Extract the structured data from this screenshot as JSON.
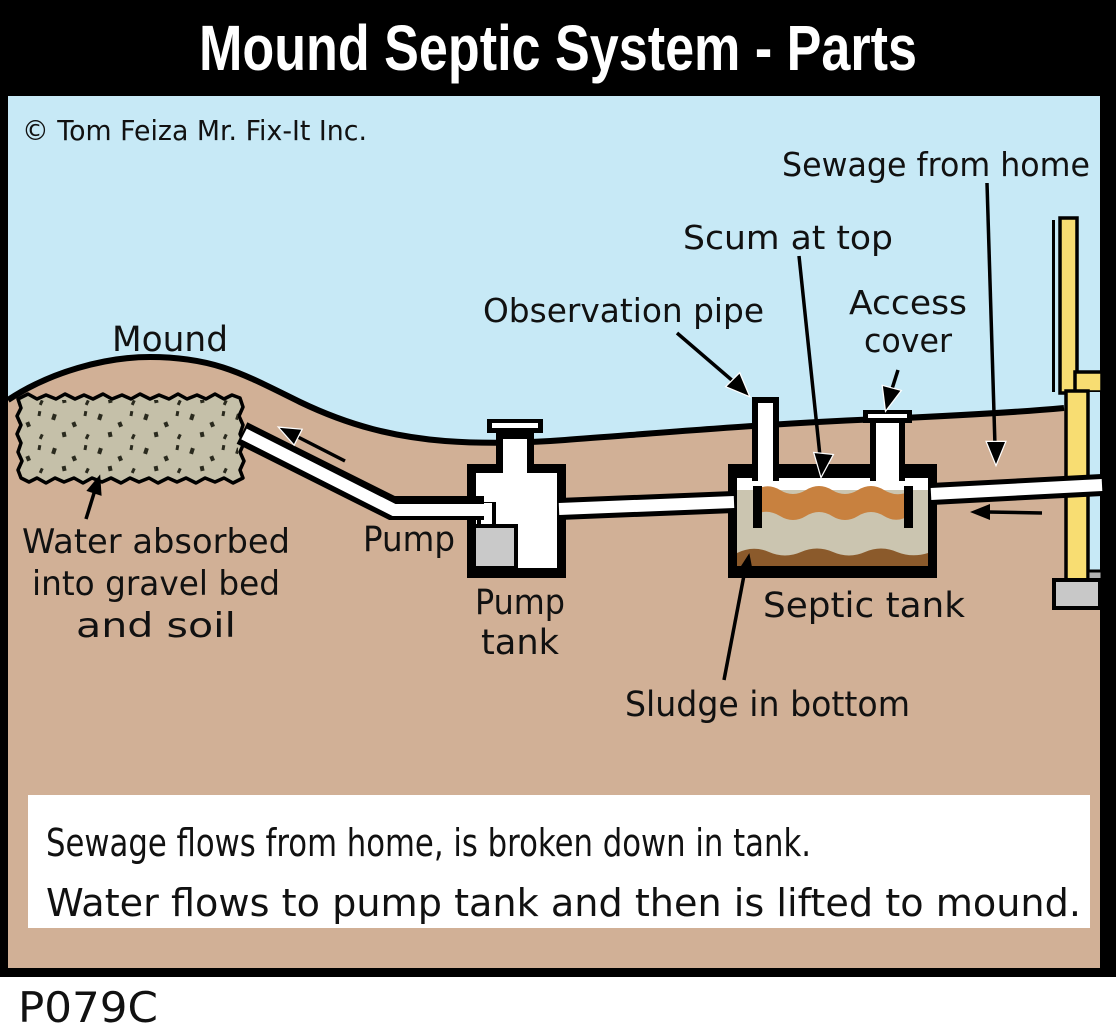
{
  "title": "Mound Septic System - Parts",
  "code": "P079C",
  "copyright": "© Tom Feiza Mr. Fix-It Inc.",
  "labels": {
    "mound": "Mound",
    "sewage_from_home": "Sewage from home",
    "scum_at_top": "Scum at top",
    "observation_pipe": "Observation pipe",
    "access_cover_1": "Access",
    "access_cover_2": "cover",
    "pump": "Pump",
    "pump_tank_1": "Pump",
    "pump_tank_2": "tank",
    "septic_tank": "Septic tank",
    "sludge_in_bottom": "Sludge in bottom",
    "water_absorbed_1": "Water absorbed",
    "water_absorbed_2": "into gravel bed",
    "water_absorbed_3": "and soil"
  },
  "caption": {
    "line1": "Sewage flows from home, is broken down in tank.",
    "line2": "Water flows to pump tank and then is lifted to mound."
  },
  "colors": {
    "sky": "#c7e9f6",
    "ground": "#d1b096",
    "gravel": "#c5c0a9",
    "scum": "#c8813f",
    "tank_liquid": "#cbc5b0",
    "sludge": "#8b5a2b",
    "wall_yellow": "#f8dd72",
    "pump_gray": "#c9c9c9",
    "footing_gray": "#c8c8c8",
    "sill_gray": "#b3b3b3",
    "frame_black": "#000000",
    "caption_bg": "#ffffff"
  }
}
